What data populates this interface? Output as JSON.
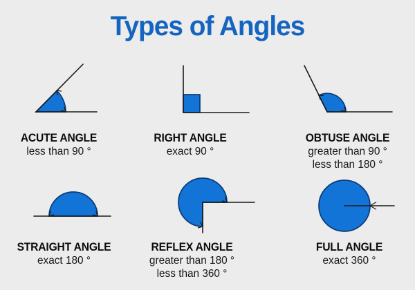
{
  "title": "Types of Angles",
  "colors": {
    "title_blue": "#1565c0",
    "blue_fill": "#1274d6",
    "background": "#ececec",
    "line": "#1a1a1a"
  },
  "angles": [
    {
      "name": "ACUTE ANGLE",
      "details": [
        "less than 90 °"
      ]
    },
    {
      "name": "RIGHT ANGLE",
      "details": [
        "exact 90 °"
      ]
    },
    {
      "name": "OBTUSE ANGLE",
      "details": [
        "greater than 90 °",
        "less than 180 °"
      ]
    },
    {
      "name": "STRAIGHT ANGLE",
      "details": [
        "exact 180 °"
      ]
    },
    {
      "name": "REFLEX ANGLE",
      "details": [
        "greater than 180 °",
        "less than 360 °"
      ]
    },
    {
      "name": "FULL ANGLE",
      "details": [
        "exact 360 °"
      ]
    }
  ]
}
